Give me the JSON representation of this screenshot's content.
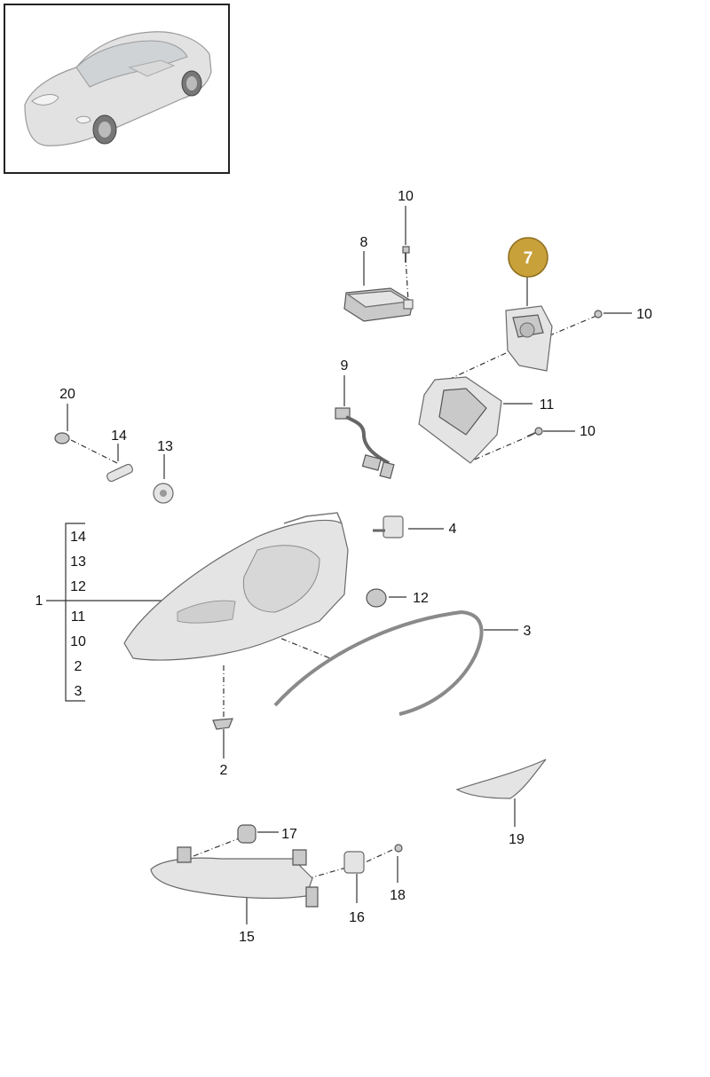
{
  "highlighted_part": "7",
  "callouts": {
    "p10a": "10",
    "p8": "8",
    "p10b": "10",
    "p9": "9",
    "p11": "11",
    "p10c": "10",
    "p20": "20",
    "p14": "14",
    "p13": "13",
    "p4": "4",
    "p1": "1",
    "p12": "12",
    "p3": "3",
    "p2": "2",
    "p19": "19",
    "p17": "17",
    "p18": "18",
    "p16": "16",
    "p15": "15"
  },
  "bracket_list": [
    "14",
    "13",
    "12",
    "11",
    "10",
    "2",
    "3"
  ]
}
